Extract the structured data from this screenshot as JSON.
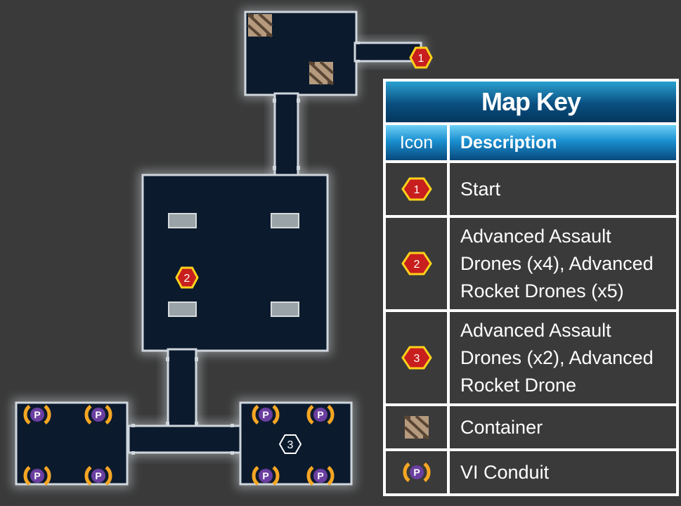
{
  "colors": {
    "background": "#3a3a3a",
    "room_fill": "#0c1a2e",
    "room_outline": "#cfd6dc",
    "marker_fill": "#c81e1e",
    "marker_border": "#ffd21a",
    "key_header": "#0a4f80",
    "conduit_orange": "#f5a623",
    "conduit_purple": "#6a3fa0"
  },
  "map": {
    "markers": [
      {
        "id": "marker-1",
        "label": "1",
        "style": "red-hex"
      },
      {
        "id": "marker-2",
        "label": "2",
        "style": "red-hex"
      },
      {
        "id": "marker-3",
        "label": "3",
        "style": "white-hex"
      }
    ],
    "container_icon": "container-icon",
    "conduit_icon": "vi-conduit-icon",
    "conduit_letter": "P"
  },
  "key": {
    "title": "Map Key",
    "col_icon": "Icon",
    "col_desc": "Description",
    "rows": [
      {
        "icon": "marker-1",
        "icon_label": "1",
        "desc_lines": [
          "Start"
        ]
      },
      {
        "icon": "marker-2",
        "icon_label": "2",
        "desc_lines": [
          "Advanced Assault",
          "Drones (x4), Advanced",
          "Rocket Drones (x5)"
        ]
      },
      {
        "icon": "marker-3",
        "icon_label": "3",
        "desc_lines": [
          "Advanced Assault",
          "Drones (x2), Advanced",
          "Rocket Drone"
        ]
      },
      {
        "icon": "container-icon",
        "icon_label": "",
        "desc_lines": [
          "Container"
        ]
      },
      {
        "icon": "vi-conduit-icon",
        "icon_label": "",
        "desc_lines": [
          "VI Conduit"
        ]
      }
    ]
  }
}
